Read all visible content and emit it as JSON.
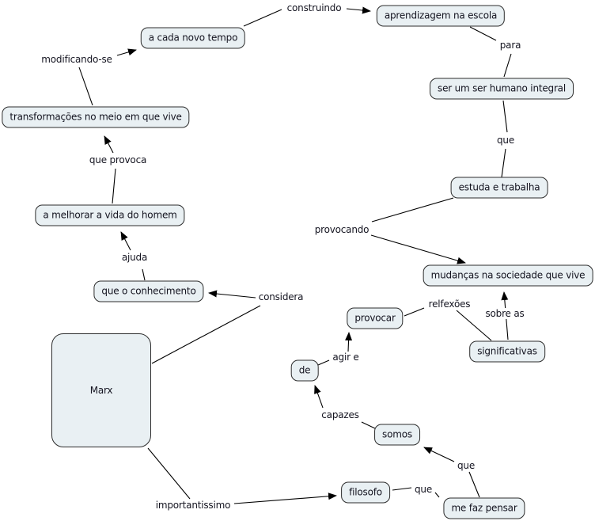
{
  "diagram_type": "concept-map",
  "colors": {
    "node_fill": "#e9f0f3",
    "node_border": "#2d2d2d",
    "text": "#141420",
    "line": "#000000",
    "background": "#ffffff"
  },
  "nodes": {
    "marx": "Marx",
    "a_cada_novo_tempo": "a cada novo tempo",
    "aprendizagem_na_escola": "aprendizagem na escola",
    "transformacoes_no_meio": "transformações no meio em que vive",
    "ser_um_ser_humano_integral": "ser um ser humano integral",
    "estuda_e_trabalha": "estuda e trabalha",
    "a_melhorar_a_vida_do_homem": "a melhorar a vida do homem",
    "que_o_conhecimento": "que o conhecimento",
    "mudancas_na_sociedade": "mudanças na sociedade que vive",
    "provocar": "provocar",
    "significativas": "significativas",
    "de": "de",
    "somos": "somos",
    "filosofo": "filosofo",
    "me_faz_pensar": "me faz pensar"
  },
  "links": {
    "construindo": "construindo",
    "modificando_se": "modificando-se",
    "que_provoca": "que provoca",
    "ajuda": "ajuda",
    "considera": "considera",
    "para": "para",
    "que_integral": "que",
    "provocando": "provocando",
    "relfexoes": "relfexões",
    "sobre_as": "sobre as",
    "agir_e": "agir e",
    "capazes": "capazes",
    "que_somos": "que",
    "que_filosofo": "que",
    "importantissimo": "importantissimo"
  }
}
